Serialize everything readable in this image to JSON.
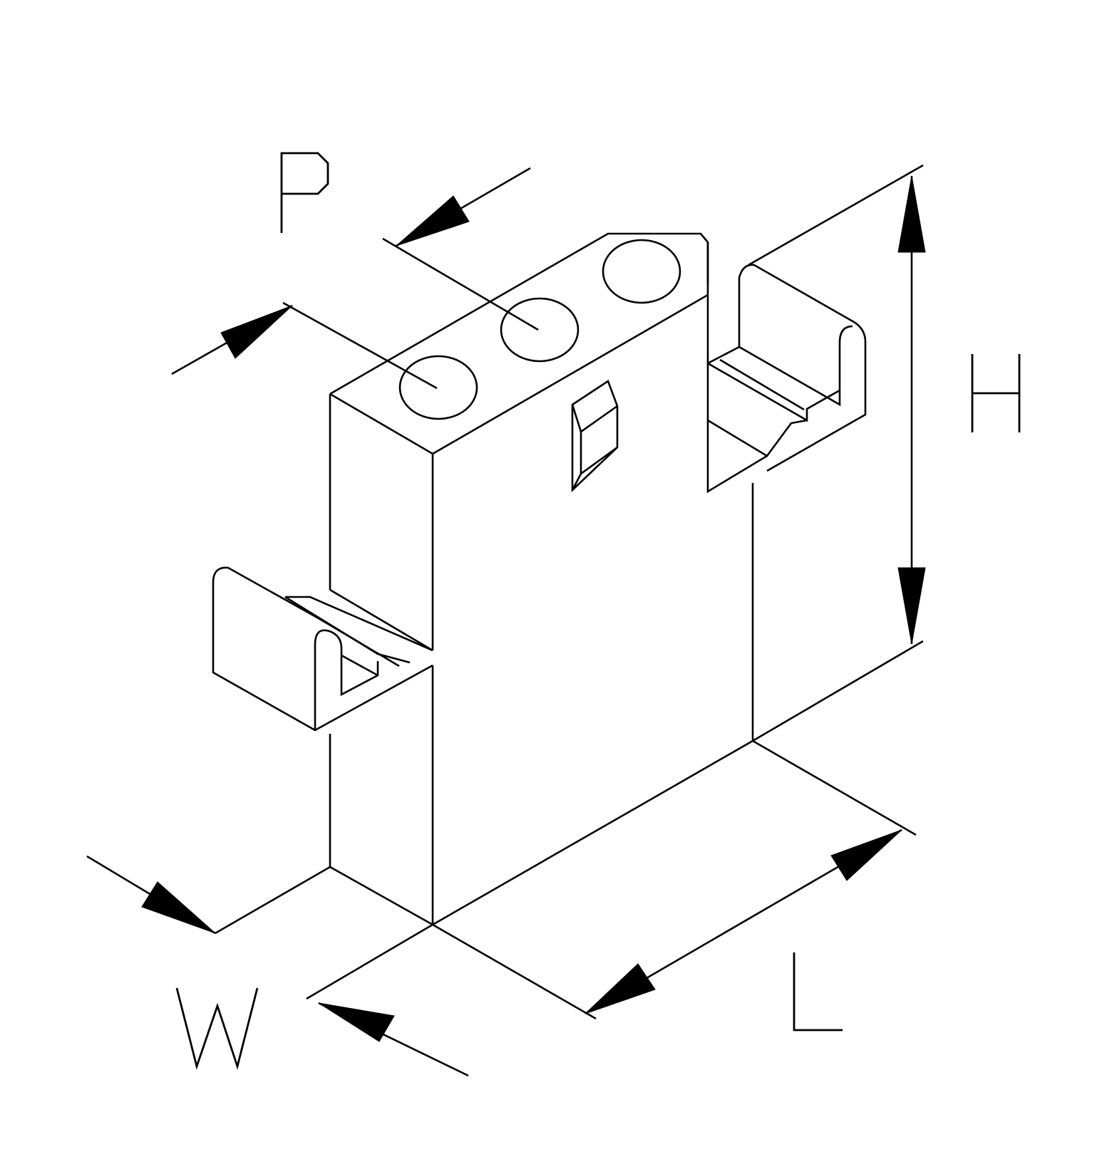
{
  "dimensions": {
    "pitch": "P",
    "height": "H",
    "length": "L",
    "width": "W"
  }
}
